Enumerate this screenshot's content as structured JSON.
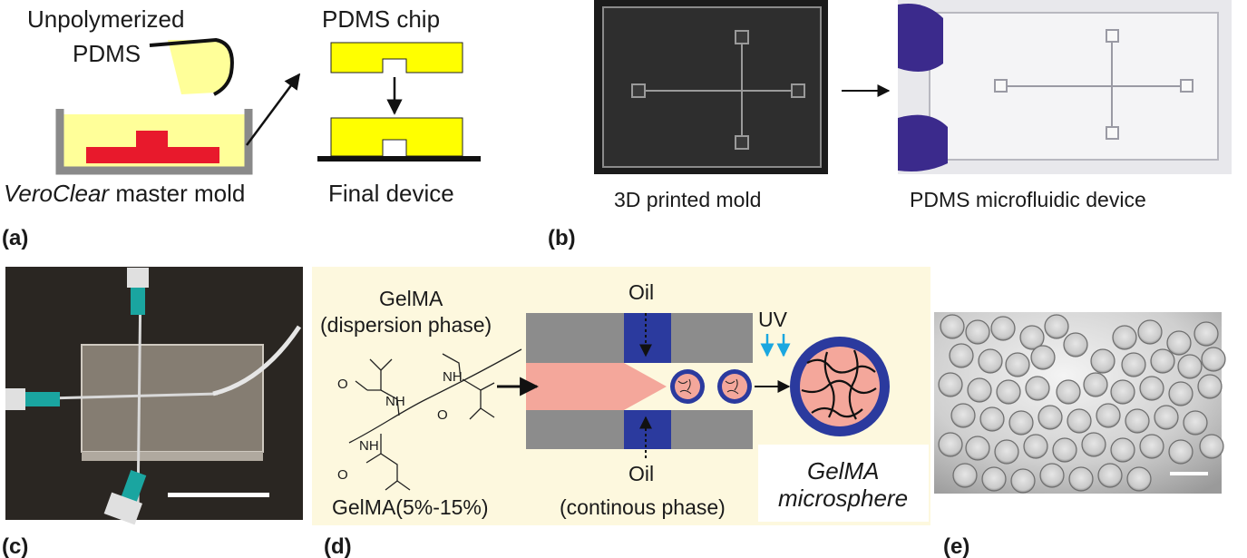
{
  "panel_a": {
    "label": "(a)",
    "unpolymerized_line1": "Unpolymerized",
    "unpolymerized_line2": "PDMS",
    "chip_label": "PDMS chip",
    "mold_italic": "VeroClear",
    "mold_rest": " master mold",
    "final_device": "Final device"
  },
  "panel_b": {
    "label": "(b)",
    "mold_caption": "3D printed mold",
    "device_caption": "PDMS microfluidic device"
  },
  "panel_c": {
    "label": "(c)"
  },
  "panel_d": {
    "label": "(d)",
    "gelma_title": "GelMA",
    "dispersion": "(dispersion phase)",
    "oil_top": "Oil",
    "oil_bottom": "Oil",
    "continuous": "(continous phase)",
    "uv": "UV",
    "concentration": "GelMA(5%-15%)",
    "microsphere_line1": "GelMA",
    "microsphere_line2": "microsphere",
    "chem_o": "O",
    "chem_nh": "NH"
  },
  "panel_e": {
    "label": "(e)"
  },
  "colors": {
    "pdms_yellow": "#ffff00",
    "pdms_liquid": "#ffff99",
    "mold_red": "#e8192c",
    "oil_blue": "#2b3a9e",
    "gel_pink": "#f4a79b",
    "channel_gray": "#8c8c8c",
    "uv_cyan": "#1aa7e0",
    "panel_d_bg": "#fdf8de"
  }
}
